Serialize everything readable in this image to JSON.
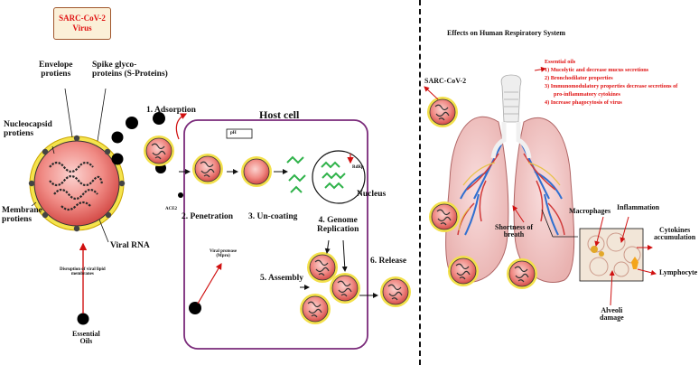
{
  "left": {
    "title_line1": "SARC-CoV-2",
    "title_line2": "Virus",
    "envelope": [
      "Envelope",
      "protiens"
    ],
    "spike": [
      "Spike glyco-",
      "proteins (S-Proteins)"
    ],
    "nucleocapsid": [
      "Nucleocapsid",
      "protiens"
    ],
    "membrane": [
      "Membrane",
      "protiens"
    ],
    "viral_rna": "Viral RNA",
    "disruption": [
      "Disruption of viral lipid",
      "membranes"
    ],
    "essential_oils": [
      "Essential",
      "Oils"
    ],
    "steps": {
      "adsorption": "1. Adsorption",
      "penetration": "2. Penetration",
      "uncoating": "3. Un-coating",
      "genome": [
        "4. Genome",
        "Replication"
      ],
      "assembly": "5. Assembly",
      "release": "6. Release"
    },
    "host_cell": "Host cell",
    "ph": "pH",
    "ace2": "ACE2",
    "rdrp": "RdRp",
    "nucleus": "Nucleus",
    "viral_protease": [
      "Viral protease",
      "(Mpro)"
    ]
  },
  "right": {
    "title": "Effects on Human Respiratory System",
    "virus_label": "SARC-CoV-2",
    "eo_title": "Essential oils",
    "eo_items": [
      "1)  Mucolytic and decrease mucus secretions",
      "2)  Bronchodilator properties",
      "3)  Immunomodulatory properties decrease secretions of",
      "pro-inflammatory cytokines",
      "4)  Increase phagocytosis of virus"
    ],
    "macrophages": "Macrophages",
    "inflammation": "Inflammation",
    "cytokines": [
      "Cytokines",
      "accumulation"
    ],
    "lymphocyte": "Lymphocyte",
    "alveoli": [
      "Alveoli",
      "damage"
    ],
    "shortness": [
      "Shortness of",
      "breath"
    ]
  }
}
